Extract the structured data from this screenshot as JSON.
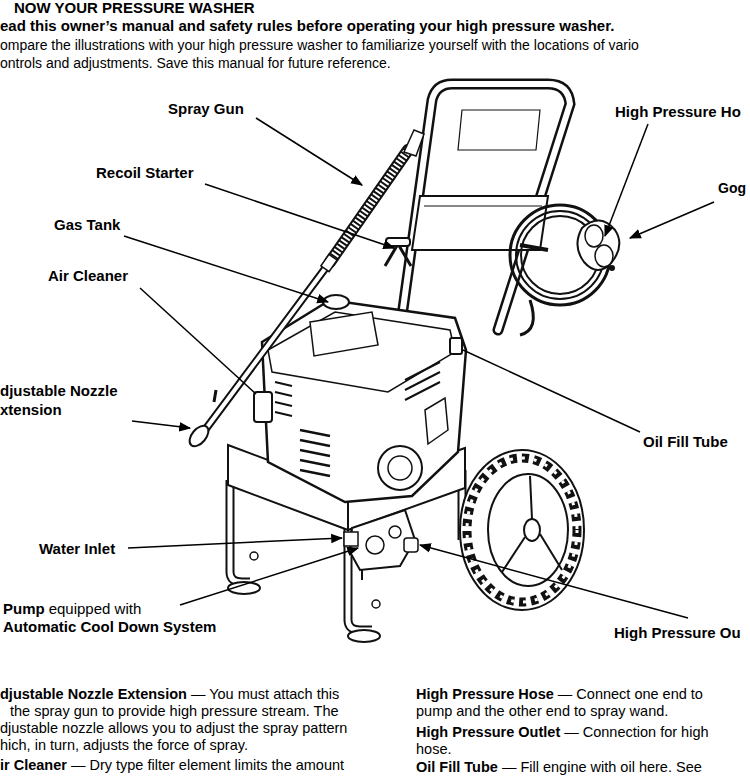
{
  "diagram": {
    "title": "NOW YOUR PRESSURE WASHER",
    "labels": [
      "ead this owner’s manual and safety rules before operating your high pressure washer.",
      "ompare the illustrations with your high pressure washer to familiarize yourself with the locations of vario",
      "ontrols and adjustments. Save this manual for future reference.",
      "Spray Gun",
      "Recoil Starter",
      "Gas Tank",
      "Air Cleaner",
      "djustable Nozzle xtension",
      "Water Inlet",
      "Pump",
      "equipped with",
      "Automatic Cool Down System",
      "High Pressure Ho",
      "Gog",
      "Oil Fill Tube",
      "High Pressure Ou",
      "djustable Nozzle Extension",
      "— You must attach this",
      "the spray gun to provide high pressure stream. The",
      "djustable nozzle allows you to adjust the spray pattern",
      "hich, in turn, adjusts the force of spray.",
      "ir Cleaner",
      "— Dry type filter element limits the amount",
      "High Pressure Hose",
      "— Connect one end to",
      "pump and the other end to spray wand.",
      "High Pressure Outlet",
      "— Connection for high",
      "hose.",
      "Oil Fill Tube",
      "— Fill engine with oil here. See"
    ]
  }
}
